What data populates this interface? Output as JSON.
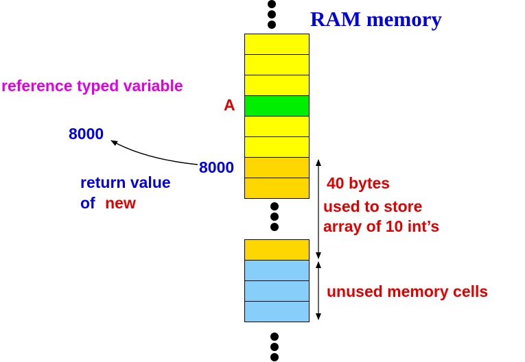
{
  "title": "RAM memory",
  "labels": {
    "reference_typed_variable": "reference typed variable",
    "var_name": "A",
    "returned_address": "8000",
    "cell_address": "8000",
    "return_value": "return value",
    "of": "of",
    "new_keyword": "new",
    "forty_bytes": "40 bytes",
    "used_to_store": "used to store",
    "array_of_ints": "array of 10 int’s",
    "unused_memory": "unused memory cells"
  },
  "colors": {
    "title": "#0000e0",
    "blue_text": "#0000e0",
    "red_text": "#e00000",
    "magenta_text": "#e000e0",
    "yellow_cell": "#ffff00",
    "green_cell": "#00ee00",
    "orange_cell": "#ffd700",
    "blue_cell": "#87cefa"
  }
}
